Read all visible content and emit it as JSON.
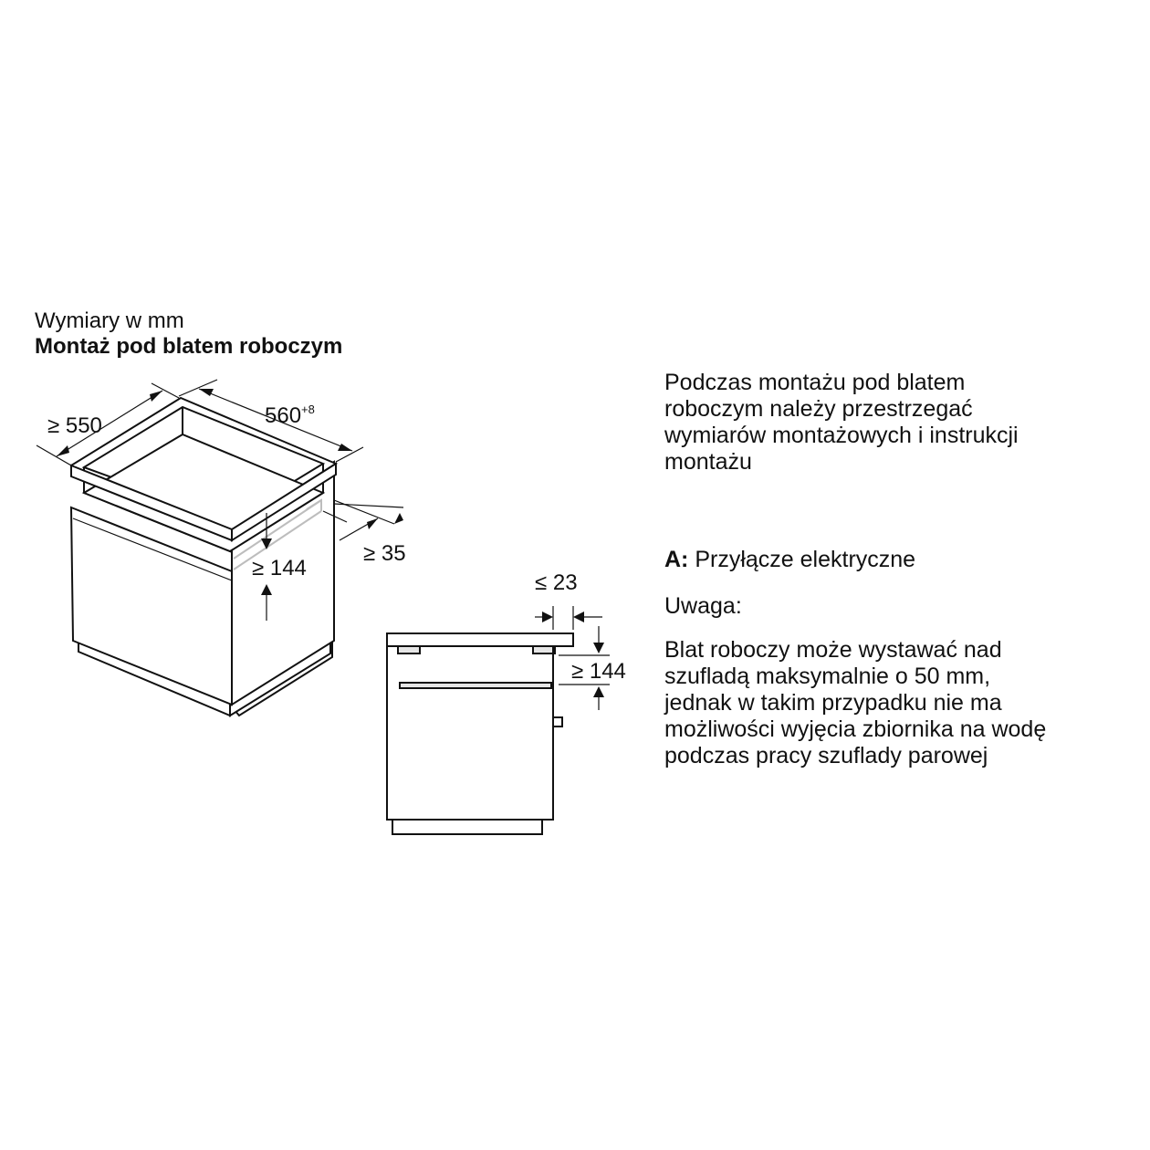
{
  "header": {
    "units": "Wymiary w mm",
    "title": "Montaż pod blatem roboczym"
  },
  "dimensions": {
    "depth": "≥ 550",
    "width_base": "560",
    "width_sup": "+8",
    "gap_side": "≥ 35",
    "height_iso": "≥ 144",
    "overhang": "≤ 23",
    "height_side": "≥ 144"
  },
  "info": {
    "lines": [
      "Podczas montażu pod blatem",
      "roboczym należy przestrzegać",
      "wymiarów montażowych i instrukcji",
      "montażu"
    ],
    "legend_key": "A:",
    "legend_text": " Przyłącze elektryczne",
    "note_label": "Uwaga:",
    "note_lines": [
      "Blat roboczy może wystawać nad",
      "szufladą maksymalnie o 50 mm,",
      "jednak w takim przypadku nie ma",
      "możliwości wyjęcia zbiornika na wodę",
      "podczas pracy szuflady parowej"
    ]
  }
}
